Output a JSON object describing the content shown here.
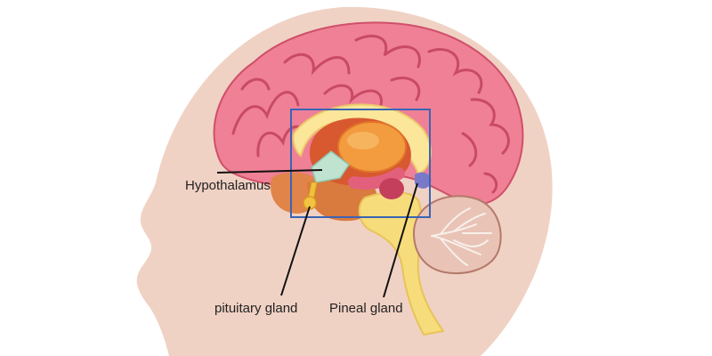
{
  "labels": {
    "hypothalamus": "Hypothalamus",
    "pituitary": "pituitary gland",
    "pineal": "Pineal gland"
  },
  "colors": {
    "head_skin": "#f0d2c4",
    "cerebrum": "#ef8095",
    "cerebrum_fold": "#cf4f69",
    "corpus_callosum": "#fbe69a",
    "thalamus": "#f39b3f",
    "hypothalamus": "#bfe3cf",
    "brainstem": "#f7dc7b",
    "cerebellum": "#e9c3b6",
    "midbrain": "#c43f5c",
    "pineal": "#7a79c9",
    "highlight_box": "#3a64b5",
    "pointer_line": "#111111"
  }
}
